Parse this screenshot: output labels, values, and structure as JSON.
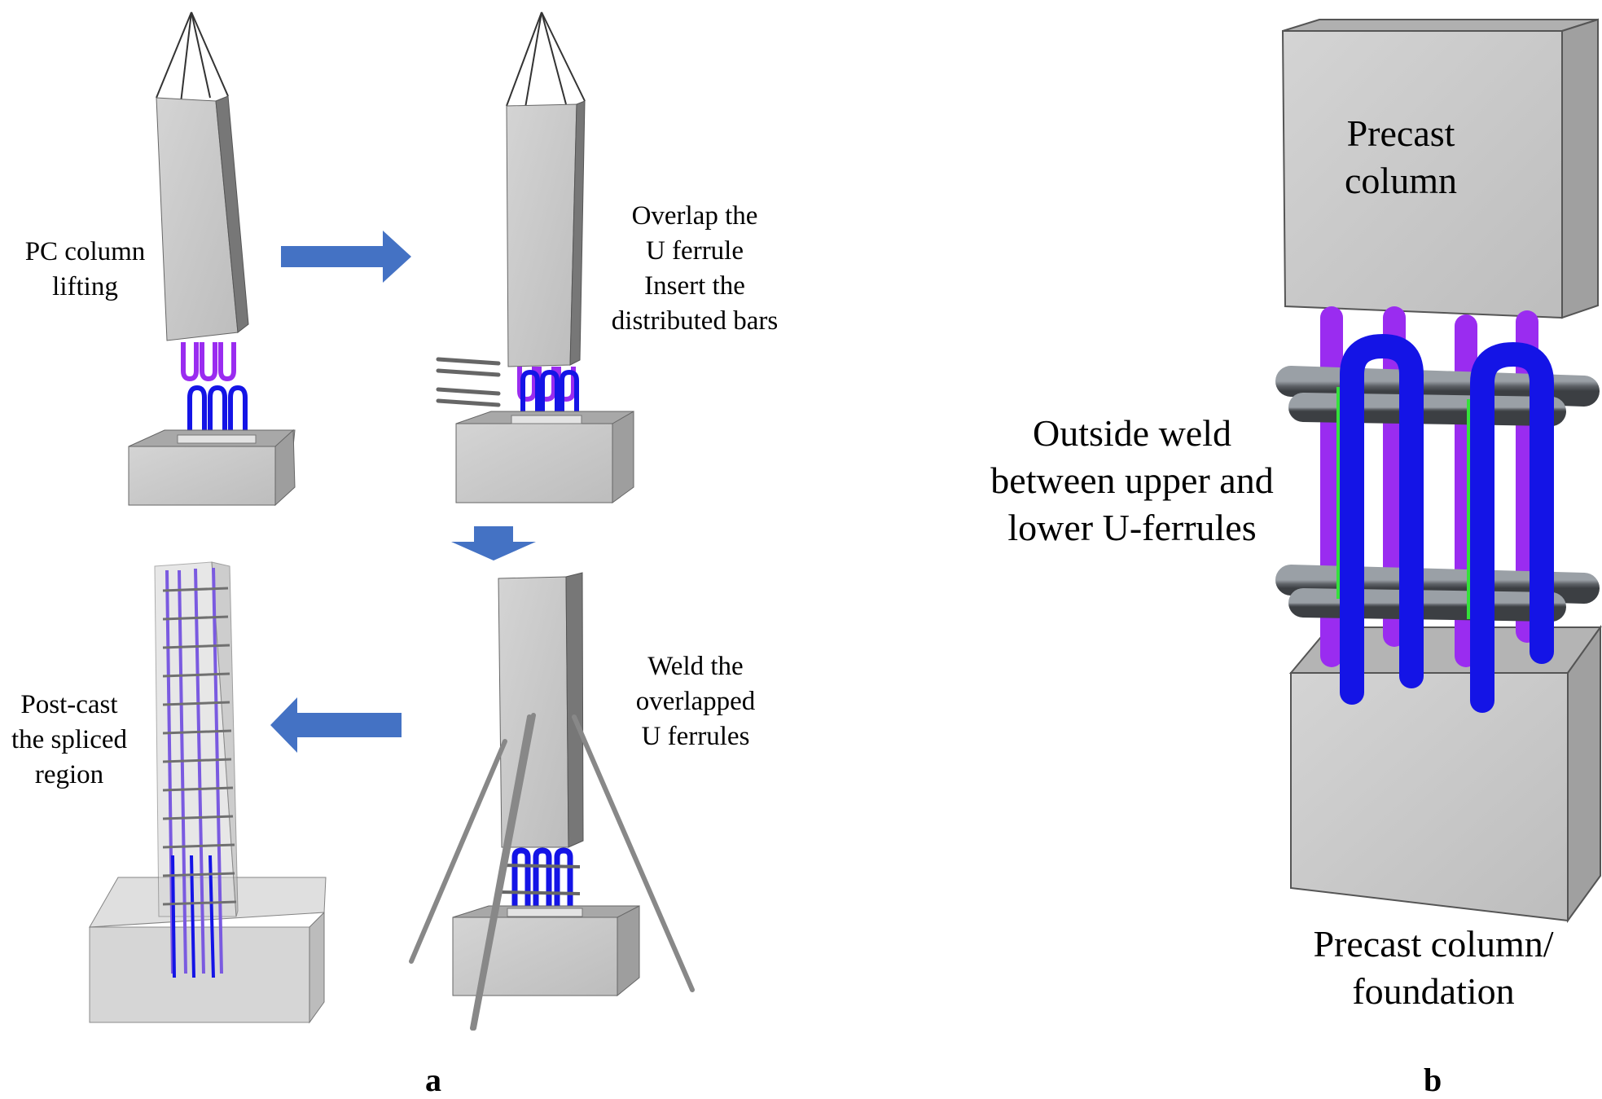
{
  "panel_a": {
    "label": "a",
    "steps": [
      {
        "lines": [
          "PC column",
          "lifting"
        ]
      },
      {
        "lines": [
          "Overlap the",
          "U ferrule",
          "Insert the",
          "distributed bars"
        ]
      },
      {
        "lines": [
          "Weld the",
          "overlapped",
          "U ferrules"
        ]
      },
      {
        "lines": [
          "Post-cast",
          "the spliced",
          "region"
        ]
      }
    ]
  },
  "panel_b": {
    "label": "b",
    "upper": {
      "lines": [
        "Precast",
        "column"
      ]
    },
    "weld": {
      "lines": [
        "Outside weld",
        "between upper and",
        "lower U-ferrules"
      ]
    },
    "lower": {
      "lines": [
        "Precast column/",
        "foundation"
      ]
    }
  },
  "colors": {
    "concrete": "#c9c9c9",
    "upper_ferrule": "#9a2cf0",
    "lower_ferrule": "#1414e6",
    "distributed_bar": "#6a6e72",
    "weld_line": "#35e03a",
    "arrow": "#4472c4"
  }
}
